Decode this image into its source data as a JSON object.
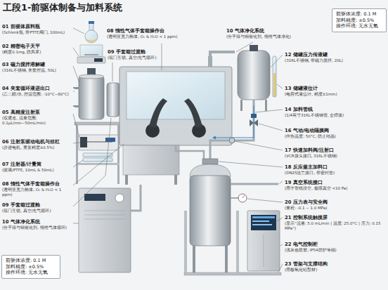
{
  "diagram": {
    "title": "工段1-前驱体制备与加料系统",
    "nodes": [
      {
        "text": [
          "前驱体浓度: 0.1 M",
          "加料精度: ±0.5%",
          "操作环境: 无水无氧"
        ]
      },
      {
        "text": [
          "前驱体浓度: 0.1 M",
          "加料精度: ±0.5%",
          "操作环境: 无水无氧"
        ]
      }
    ],
    "labels": [
      "01 前驱体原料瓶",
      "(Schlenk瓶, 带PTFE阀门, 100mL)",
      "02 精密电子天平",
      "(精度0.1mg, 防风罩)",
      "03 磁力搅拌溶解罐",
      "(316L不锈钢, 夹套控温, 50L)",
      "04 夹套循环液进出口",
      "(乙二醇/水, 控温范围: -10°C~80°C)",
      "05 高精度注射泵",
      "(双通道, 流量范围: 0.1μL/min~50mL/min)",
      "06 注射泵驱动电机与丝杠",
      "(步进电机, 重复精度±0.5%)",
      "07 注射器/计量筒",
      "(玻璃/PTFE, 10mL & 50mL)",
      "08 惰性气体手套箱操作台",
      "(透明亚克力舱体, O₂ & H₂O < 1 ppm)",
      "09 手套箱过渡舱",
      "(双门互锁, 真空/充气循环)",
      "10 气体净化系统",
      "(分子筛与铜催化剂, 惰性气体循环)",
      "08 惰性气体手套箱操作台",
      "(透明亚克力舱体, O₂ & H₂O < 1 ppm)",
      "09 手套箱过渡舱",
      "(双门互锁, 真空/充气循环)",
      "10 气体净化系统",
      "(分子筛与铜催化剂, 惰性气体净化)",
      "12 储罐压力传液罐",
      "(316L不锈钢, 带磁力搅拌, 20L)",
      "13 储罐液位计",
      "(电容式液位计, 精度±1mm)",
      "14 加料管线",
      "(1/4英寸316L不锈钢管, 全焊接)",
      "16 气动/电动隔膜阀",
      "(伴热温度: 50°C, 防止结晶)",
      "17 快速加料阀/注射口",
      "(VCR接头接口, 316L不锈钢)",
      "18 反应釜主加料口",
      "(DN25法兰接口, 带密封垫)",
      "19 真空系统接口",
      "(用于管线排空, 极限真空 <10 Pa)",
      "20 压力表与安全阀",
      "(量程: -0.1 ~ 1.0 MPa)",
      "21 控制系统触摸屏",
      "(显示\"流量: 5.0 mL/min | 温度: 25.0°C | 压力: 0.15 MPa\")",
      "22 电气控制柜",
      "(浅灰色喷塑, IP54防护等级)",
      "23 管架与支撑结构",
      "(用极氧化铝型材)"
    ]
  }
}
